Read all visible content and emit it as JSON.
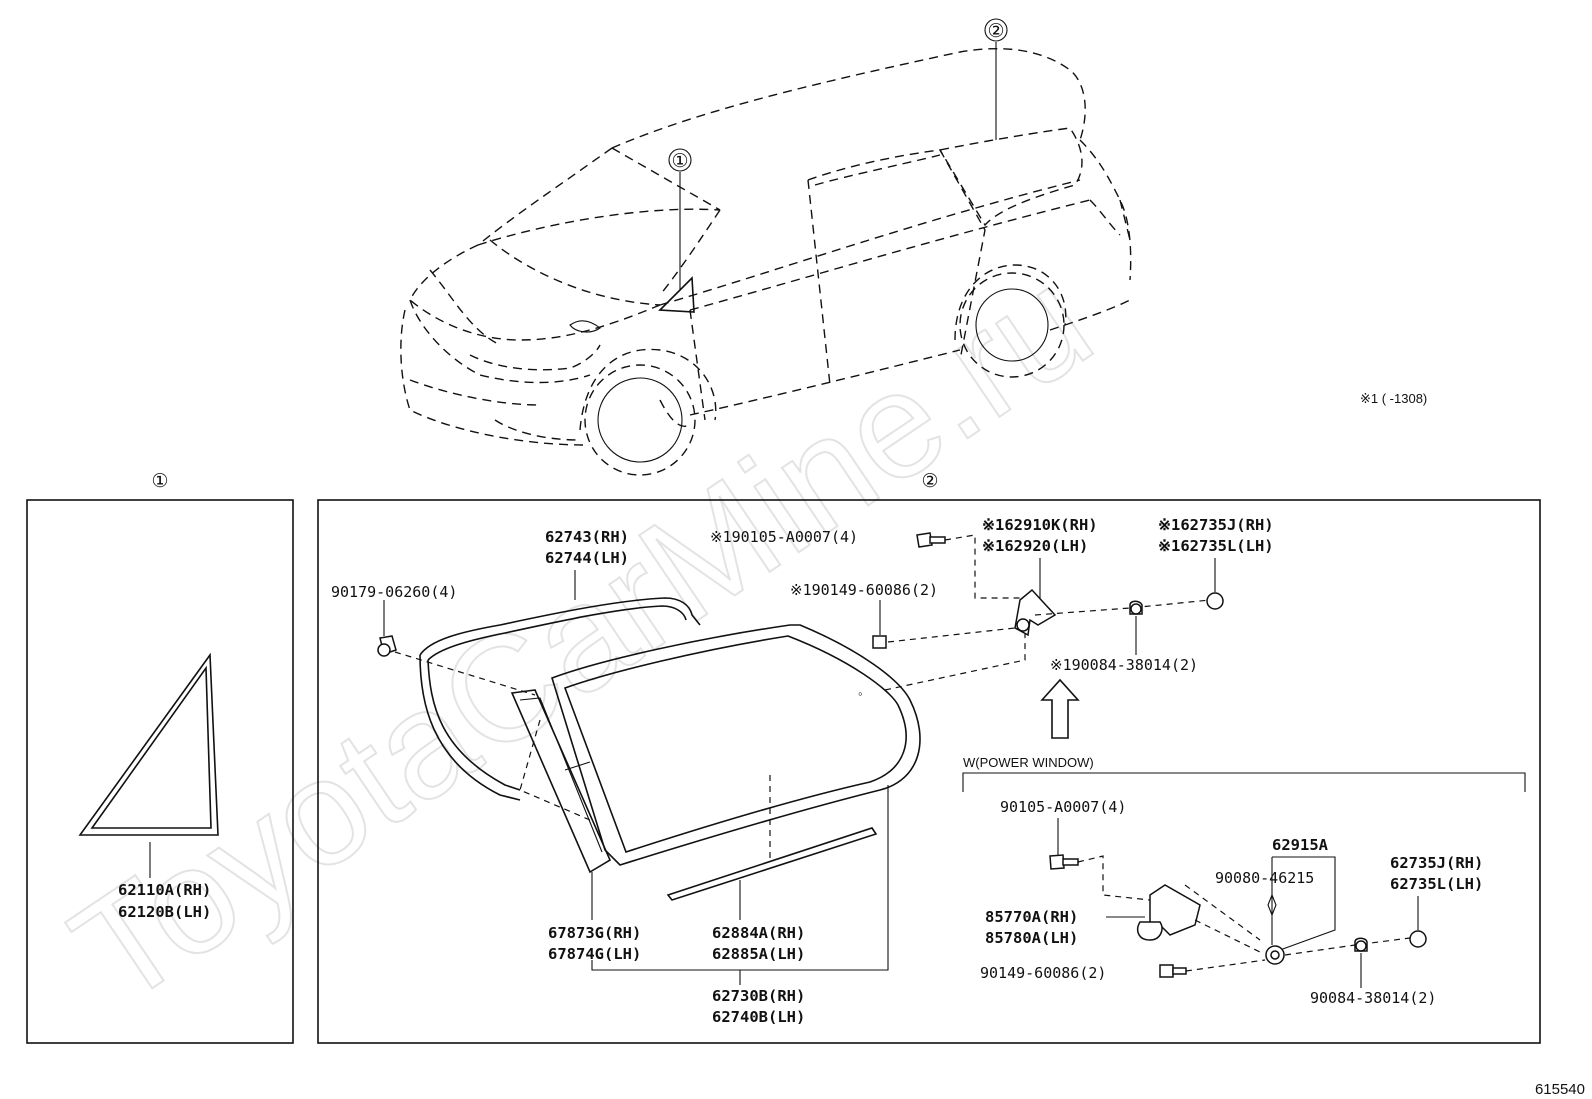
{
  "watermark": "ToyotaCarMine.ru",
  "illustration_number": "615540",
  "callouts": {
    "one": "①",
    "two": "②"
  },
  "note": "※1 (      -1308)",
  "box1": {
    "title": "①",
    "labels": {
      "p62110a": "62110A(RH)",
      "p62120b": "62120B(LH)"
    }
  },
  "box2": {
    "title": "②",
    "labels": {
      "p62743": "62743(RH)",
      "p62744": "62744(LH)",
      "p90179": "90179-06260(4)",
      "s90105": "※190105-A0007(4)",
      "s62910k": "※162910K(RH)",
      "s62920": "※162920(LH)",
      "s62735j": "※162735J(RH)",
      "s62735l": "※162735L(LH)",
      "s90149": "※190149-60086(2)",
      "s90084": "※190084-38014(2)",
      "p67873g": "67873G(RH)",
      "p67874g": "67874G(LH)",
      "p62884a": "62884A(RH)",
      "p62885a": "62885A(LH)",
      "p62730b": "62730B(RH)",
      "p62740b": "62740B(LH)"
    },
    "power_window": {
      "title": "W(POWER WINDOW)",
      "labels": {
        "p90105": "90105-A0007(4)",
        "p62915a": "62915A",
        "p90080": "90080-46215",
        "p85770a": "85770A(RH)",
        "p85780a": "85780A(LH)",
        "p62735j": "62735J(RH)",
        "p62735l": "62735L(LH)",
        "p90149": "90149-60086(2)",
        "p90084": "90084-38014(2)"
      }
    }
  }
}
